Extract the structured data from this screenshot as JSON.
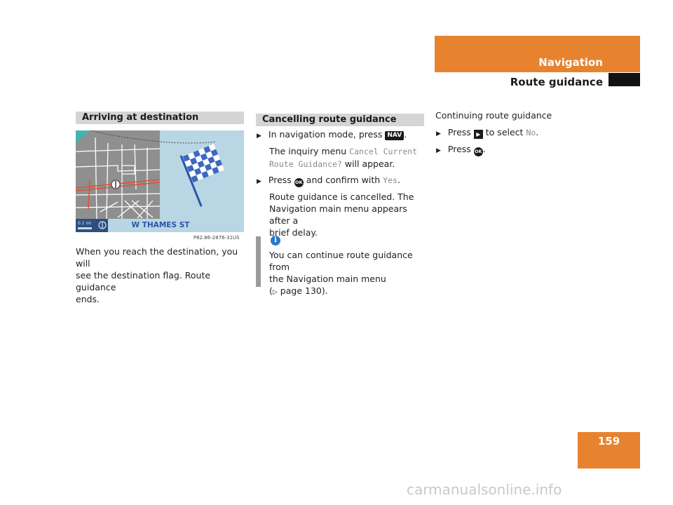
{
  "header": {
    "section": "Navigation",
    "subsection": "Route guidance"
  },
  "page_number": "159",
  "left": {
    "heading": "Arriving at destination",
    "map": {
      "street_name": "W THAMES ST",
      "scale": "0.1 mi"
    },
    "image_code": "P82.86-2876-31US",
    "body_lines": [
      "When you reach the destination, you will",
      "see the destination flag. Route guidance",
      "ends."
    ]
  },
  "middle": {
    "heading": "Cancelling route guidance",
    "step1": {
      "text": "In navigation mode, press",
      "key": "NAV",
      "end": "."
    },
    "step1_result": {
      "line1_text": "The inquiry menu",
      "line1_mono": "Cancel Current",
      "line2_mono": "Route Guidance?",
      "line2_text": "will appear."
    },
    "step2": {
      "text": "Press",
      "key": "OK",
      "text2": "and confirm with",
      "mono": "Yes",
      "end": "."
    },
    "step2_result_lines": [
      "Route guidance is cancelled. The",
      "Navigation main menu appears after a",
      "brief delay."
    ],
    "info": {
      "icon": "i",
      "lines": [
        "You can continue route guidance from",
        "the Navigation main menu"
      ],
      "ref_prefix": "(",
      "ref_arrow": "▷",
      "ref_text": "page 130)."
    }
  },
  "right": {
    "heading": "Continuing route guidance",
    "step1": {
      "text": "Press",
      "key": "▶",
      "text2": "to select",
      "mono": "No",
      "end": "."
    },
    "step2": {
      "text": "Press",
      "key": "OK",
      "end": "."
    }
  },
  "watermark": "carmanualsonline.info",
  "colors": {
    "accent": "#e7832f",
    "section_bar": "#d5d5d5",
    "info_blue": "#2a78c8",
    "map_water": "#b8d6e4",
    "map_land": "#8f8f8f",
    "route": "#e0513a",
    "map_banner": "#2c4f80"
  }
}
